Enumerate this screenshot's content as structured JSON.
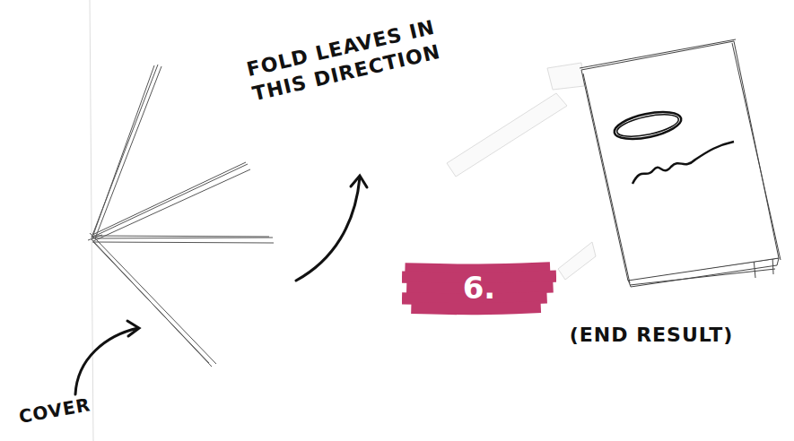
{
  "diagram": {
    "nodes": [
      {
        "text": [
          "6."
        ]
      }
    ],
    "labels": [
      "FOLD LEAVES IN THIS DIRECTION",
      "(END RESULT)",
      "COVER"
    ]
  }
}
